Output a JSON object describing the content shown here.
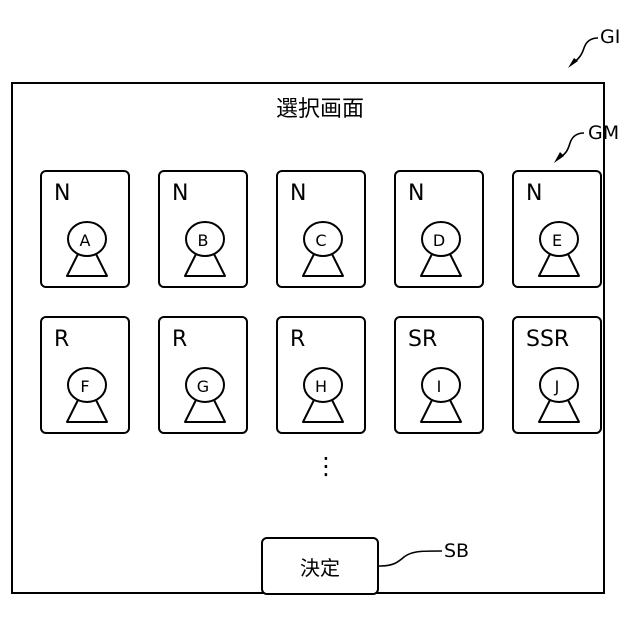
{
  "reference_labels": {
    "screen": "GI",
    "card": "GM",
    "button": "SB"
  },
  "screen": {
    "title": "選択画面"
  },
  "cards": [
    {
      "rarity": "N",
      "character": "A"
    },
    {
      "rarity": "N",
      "character": "B"
    },
    {
      "rarity": "N",
      "character": "C"
    },
    {
      "rarity": "N",
      "character": "D"
    },
    {
      "rarity": "N",
      "character": "E"
    },
    {
      "rarity": "R",
      "character": "F"
    },
    {
      "rarity": "R",
      "character": "G"
    },
    {
      "rarity": "R",
      "character": "H"
    },
    {
      "rarity": "SR",
      "character": "I"
    },
    {
      "rarity": "SSR",
      "character": "J"
    }
  ],
  "more_indicator": "⋮",
  "confirm_button": {
    "label": "決定"
  }
}
